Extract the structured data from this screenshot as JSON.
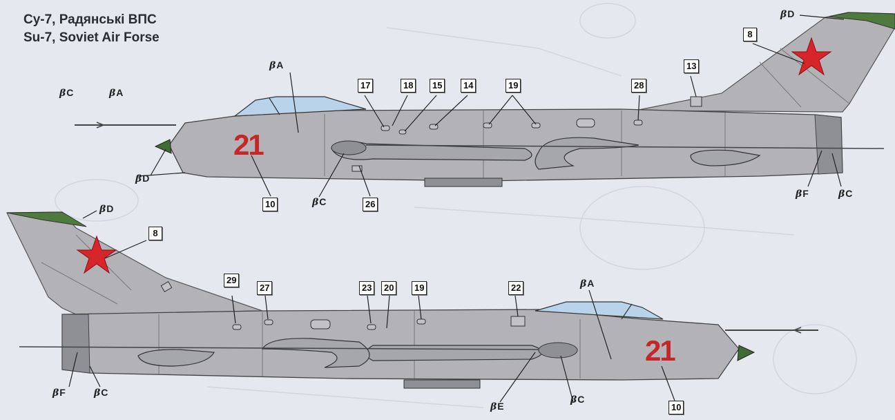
{
  "title": {
    "line1": "Су-7, Радянські ВПС",
    "line2": "Su-7, Soviet Air Forse"
  },
  "colors": {
    "background": "#e6e8f0",
    "fuselage": "#b3b3b7",
    "fuselage_dark": "#8f9096",
    "nose_cone": "#3f6b34",
    "fin_tip": "#4e7a3e",
    "star": "#d6262b",
    "bort_number": "#c5262a",
    "canopy": "#b9d4ea"
  },
  "paint_symbol": "β",
  "top_view": {
    "bort_number": "21",
    "callouts": [
      {
        "id": "t-8",
        "label": "8"
      },
      {
        "id": "t-13",
        "label": "13"
      },
      {
        "id": "t-17",
        "label": "17"
      },
      {
        "id": "t-18",
        "label": "18"
      },
      {
        "id": "t-15",
        "label": "15"
      },
      {
        "id": "t-14",
        "label": "14"
      },
      {
        "id": "t-19",
        "label": "19"
      },
      {
        "id": "t-28",
        "label": "28"
      },
      {
        "id": "t-10",
        "label": "10"
      },
      {
        "id": "t-26",
        "label": "26"
      }
    ],
    "paint_codes": [
      {
        "id": "tp-D-fin",
        "code": "D"
      },
      {
        "id": "tp-A-canopy",
        "code": "A"
      },
      {
        "id": "tp-C-pitot",
        "code": "C"
      },
      {
        "id": "tp-A-pitot",
        "code": "A"
      },
      {
        "id": "tp-D-nose",
        "code": "D"
      },
      {
        "id": "tp-C-tank",
        "code": "C"
      },
      {
        "id": "tp-F-tail",
        "code": "F"
      },
      {
        "id": "tp-C-tail",
        "code": "C"
      }
    ]
  },
  "bottom_view": {
    "bort_number": "21",
    "callouts": [
      {
        "id": "b-8",
        "label": "8"
      },
      {
        "id": "b-29",
        "label": "29"
      },
      {
        "id": "b-27",
        "label": "27"
      },
      {
        "id": "b-23",
        "label": "23"
      },
      {
        "id": "b-20",
        "label": "20"
      },
      {
        "id": "b-19",
        "label": "19"
      },
      {
        "id": "b-22",
        "label": "22"
      },
      {
        "id": "b-10",
        "label": "10"
      }
    ],
    "paint_codes": [
      {
        "id": "bp-D-fin",
        "code": "D"
      },
      {
        "id": "bp-A-canopy",
        "code": "A"
      },
      {
        "id": "bp-F-tail",
        "code": "F"
      },
      {
        "id": "bp-C-tail",
        "code": "C"
      },
      {
        "id": "bp-E-tank",
        "code": "E"
      },
      {
        "id": "bp-C-tank",
        "code": "C"
      }
    ]
  }
}
